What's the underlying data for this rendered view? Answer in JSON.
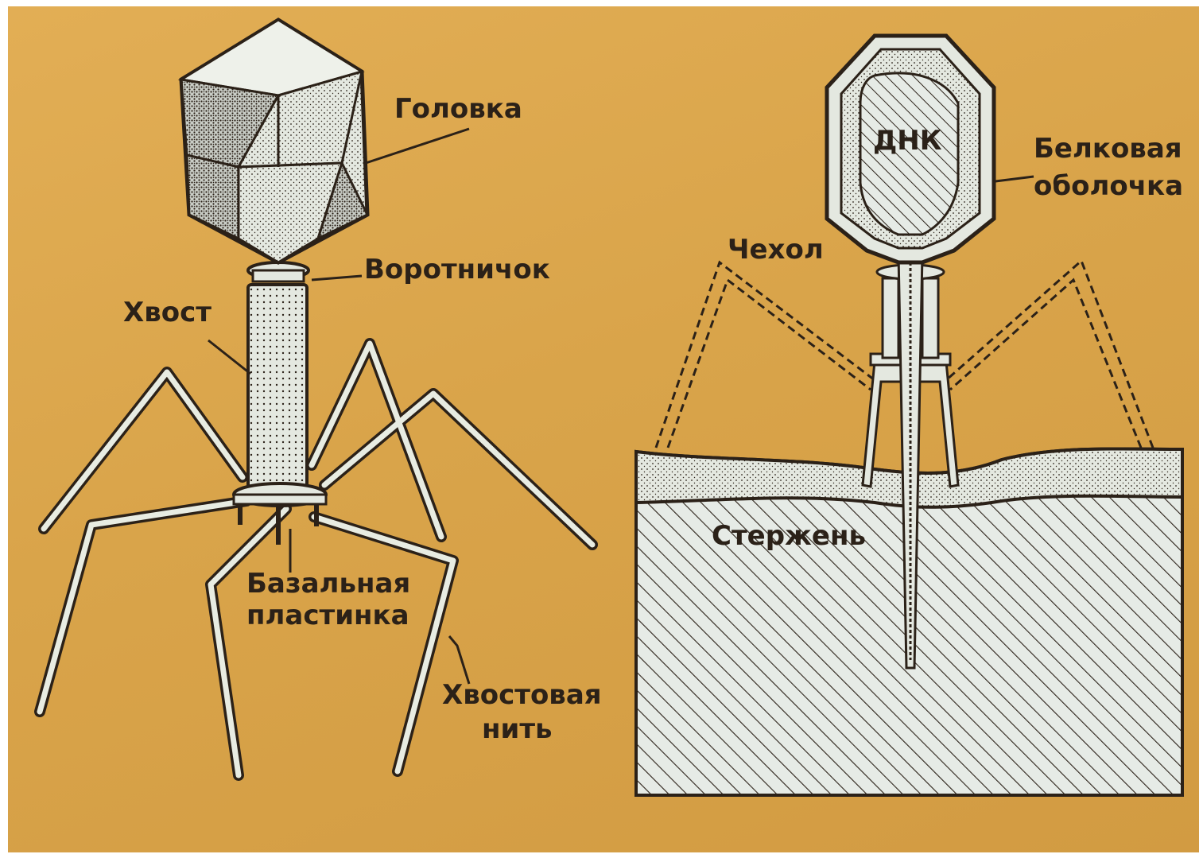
{
  "diagram": {
    "left_labels": {
      "head": "Головка",
      "collar": "Воротничок",
      "tail": "Хвост",
      "base_plate_line1": "Базальная",
      "base_plate_line2": "пластинка",
      "tail_fiber_line1": "Хвостовая",
      "tail_fiber_line2": "нить"
    },
    "right_labels": {
      "dna": "ДНК",
      "protein_coat_line1": "Белковая",
      "protein_coat_line2": "оболочка",
      "sheath": "Чехол",
      "core": "Стержень"
    },
    "colors": {
      "background": "#d9a44a",
      "line": "#2b2118",
      "phage_fill": "#dfe4dc",
      "cell_fill": "#e6ebe6"
    }
  }
}
